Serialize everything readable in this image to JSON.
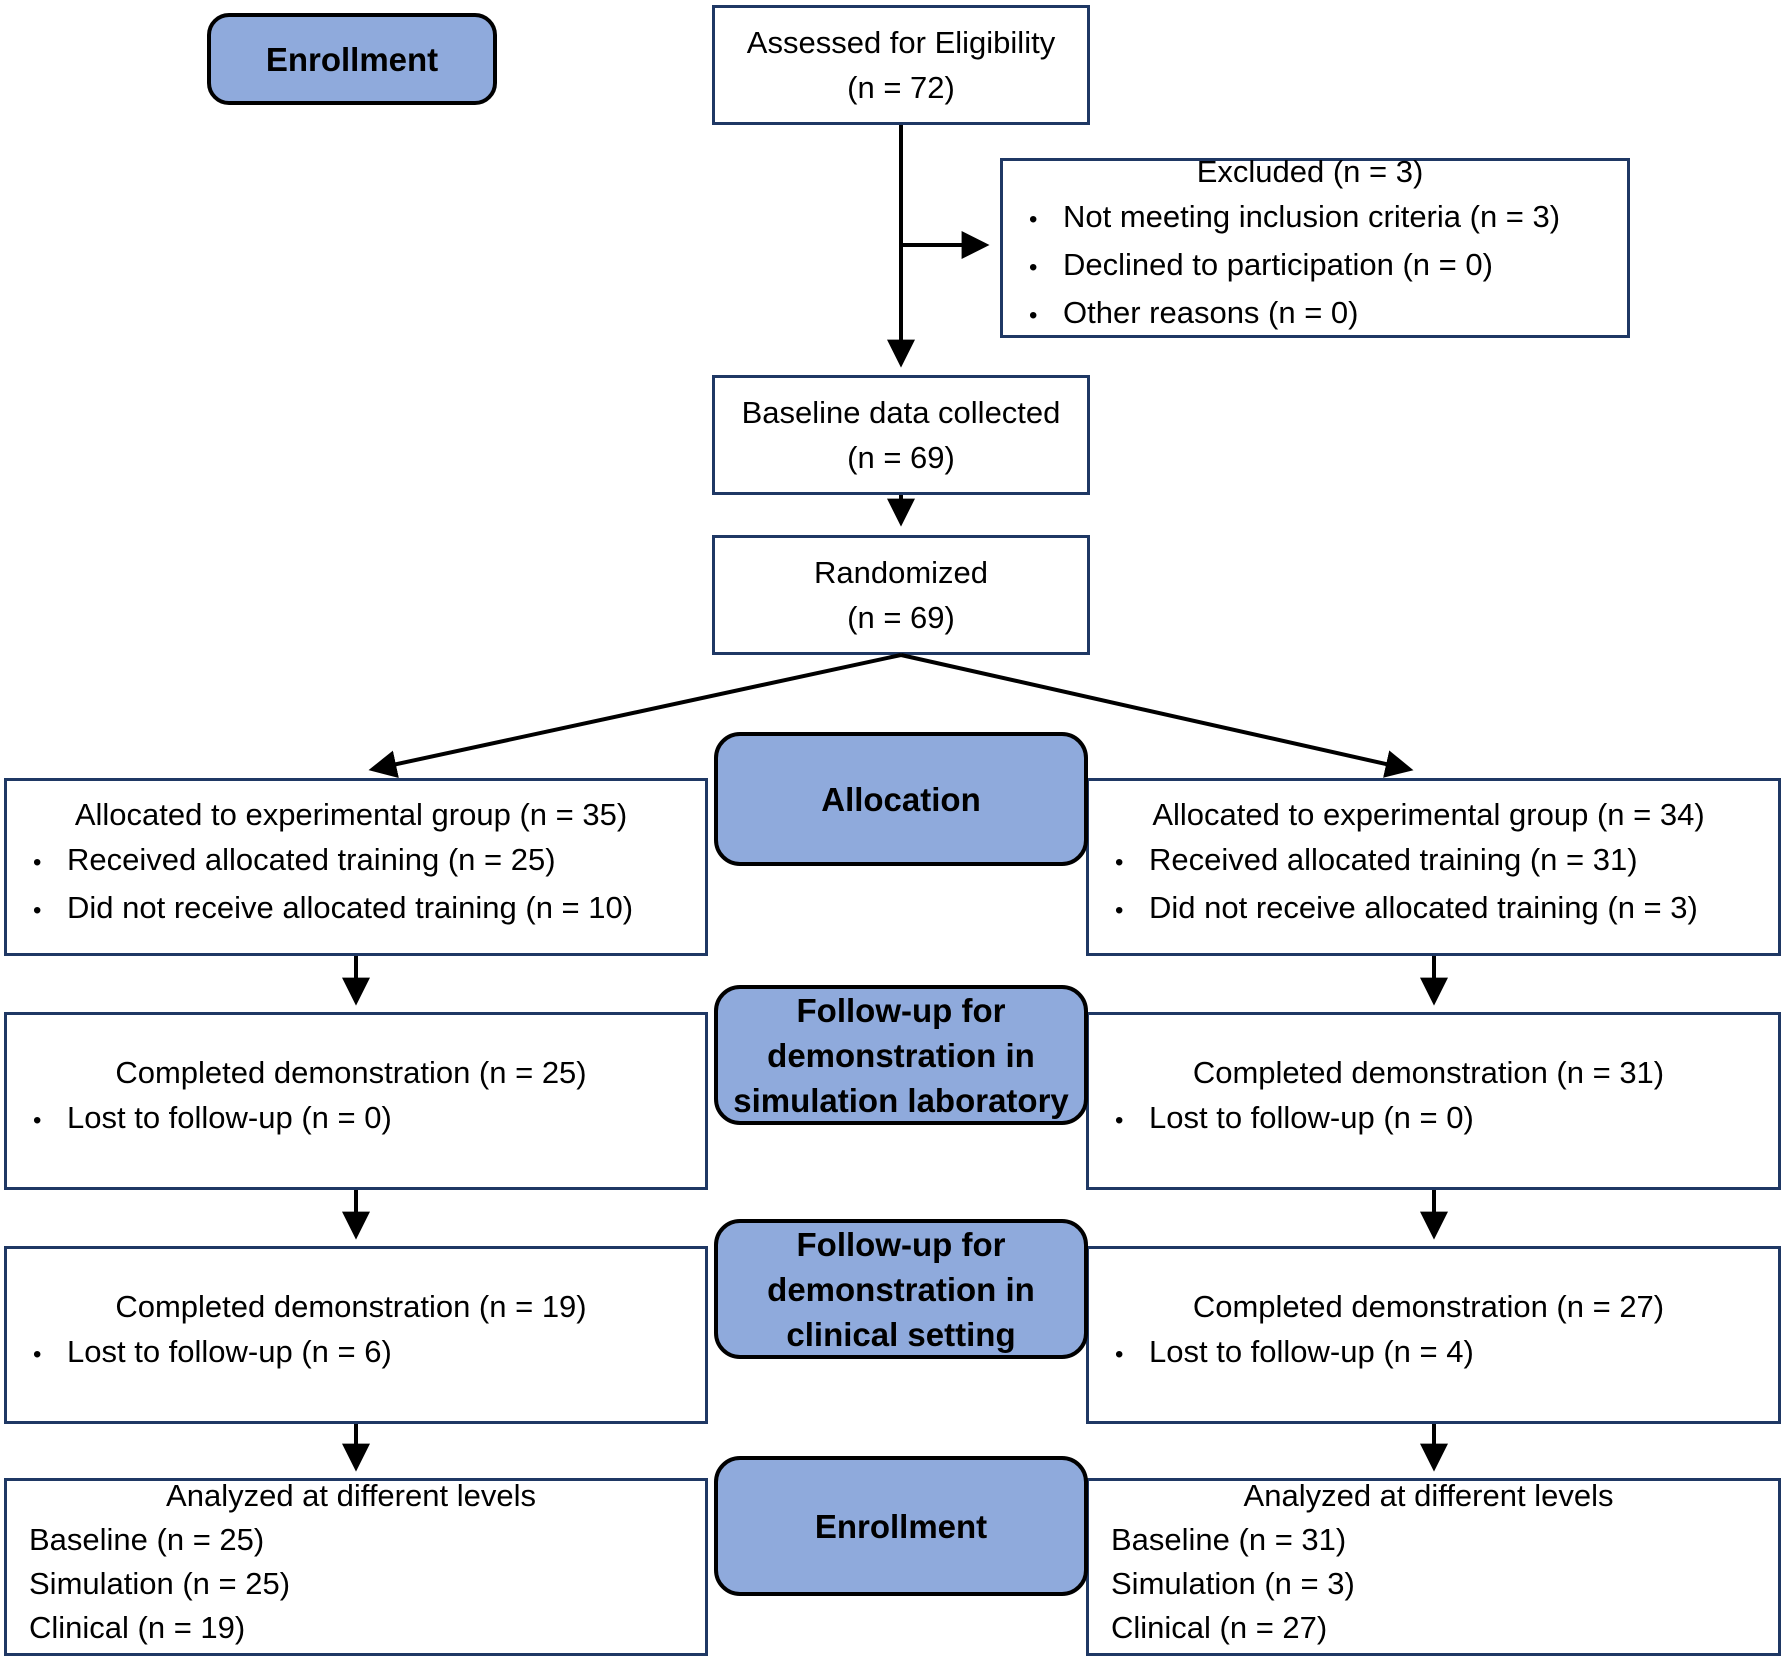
{
  "title": "CONSORT participant flow diagram",
  "colors": {
    "stage_fill": "#8FAADC",
    "box_border": "#1F3864",
    "stage_border": "#000000",
    "connector": "#000000",
    "text": "#000000"
  },
  "stages": {
    "enrollment_top": "Enrollment",
    "allocation": "Allocation",
    "followup_simulation": "Follow-up for demonstration in simulation laboratory",
    "followup_clinical": "Follow-up for demonstration in clinical setting",
    "enrollment_bottom": "Enrollment"
  },
  "nodes": {
    "assessed": {
      "line1": "Assessed for Eligibility",
      "line2": "(n = 72)"
    },
    "excluded": {
      "title": "Excluded (n = 3)",
      "bullets": [
        "Not meeting inclusion criteria (n = 3)",
        "Declined to participation (n = 0)",
        "Other reasons (n = 0)"
      ]
    },
    "baseline": {
      "line1": "Baseline data collected",
      "line2": "(n = 69)"
    },
    "randomized": {
      "line1": "Randomized",
      "line2": "(n = 69)"
    },
    "alloc_left": {
      "title": "Allocated to experimental group (n = 35)",
      "bullets": [
        "Received allocated training (n = 25)",
        "Did not receive allocated training (n = 10)"
      ]
    },
    "alloc_right": {
      "title": "Allocated to experimental group (n = 34)",
      "bullets": [
        "Received allocated training (n = 31)",
        "Did not receive allocated training (n = 3)"
      ]
    },
    "sim_left": {
      "title": "Completed demonstration (n = 25)",
      "bullets": [
        "Lost to follow-up (n = 0)"
      ]
    },
    "sim_right": {
      "title": "Completed demonstration (n = 31)",
      "bullets": [
        "Lost to follow-up (n = 0)"
      ]
    },
    "clin_left": {
      "title": "Completed demonstration (n = 19)",
      "bullets": [
        "Lost to follow-up (n = 6)"
      ]
    },
    "clin_right": {
      "title": "Completed demonstration (n = 27)",
      "bullets": [
        "Lost to follow-up (n = 4)"
      ]
    },
    "analyzed_left": {
      "title": "Analyzed at different levels",
      "lines": [
        "Baseline (n = 25)",
        "Simulation (n = 25)",
        "Clinical (n = 19)"
      ]
    },
    "analyzed_right": {
      "title": "Analyzed at different levels",
      "lines": [
        "Baseline (n = 31)",
        "Simulation (n = 3)",
        "Clinical (n = 27)"
      ]
    }
  }
}
